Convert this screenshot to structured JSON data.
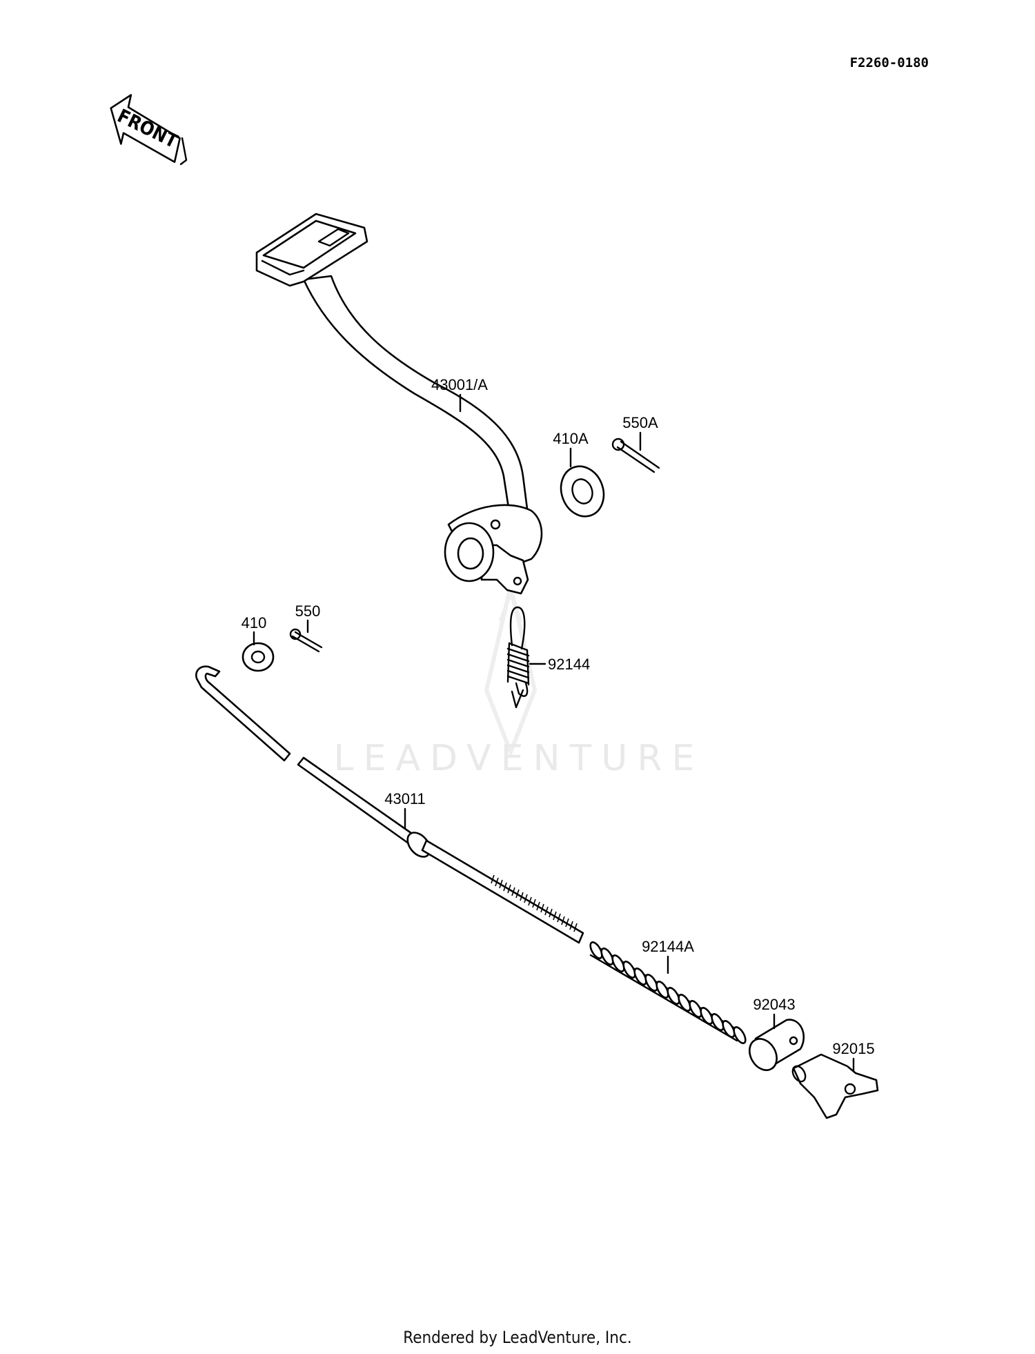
{
  "diagram_code": "F2260-0180",
  "front_arrow_label": "FRONT",
  "watermark": "LEADVENTURE",
  "footer": "Rendered by LeadVenture, Inc.",
  "callouts": {
    "pedal": "43001/A",
    "washer_a": "410A",
    "cotter_pin_a": "550A",
    "washer": "410",
    "cotter_pin": "550",
    "return_spring": "92144",
    "brake_rod": "43011",
    "rod_spring": "92144A",
    "joint": "92043",
    "nut": "92015"
  }
}
